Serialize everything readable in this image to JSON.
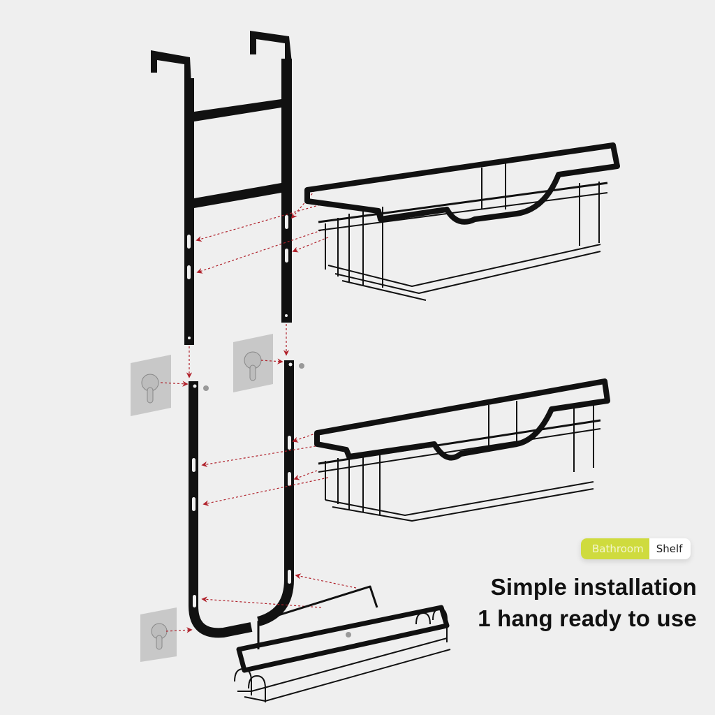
{
  "badge": {
    "left_label": "Bathroom",
    "right_label": "Shelf",
    "left_color": "#cfdb3e",
    "right_color": "#ffffff"
  },
  "headline": {
    "line1": "Simple installation",
    "line2": "1 hang ready to use"
  },
  "illustration": {
    "components": [
      "over-door-hooks-ladder",
      "lower-u-frame",
      "upper-wire-basket",
      "middle-wire-basket",
      "bottom-soap-tray",
      "adhesive-hook-left-upper",
      "adhesive-hook-right-upper",
      "adhesive-hook-left-lower",
      "screws"
    ],
    "arrow_color": "#b0202a",
    "metal_color": "#0d0d0d",
    "background_color": "#efefef"
  }
}
